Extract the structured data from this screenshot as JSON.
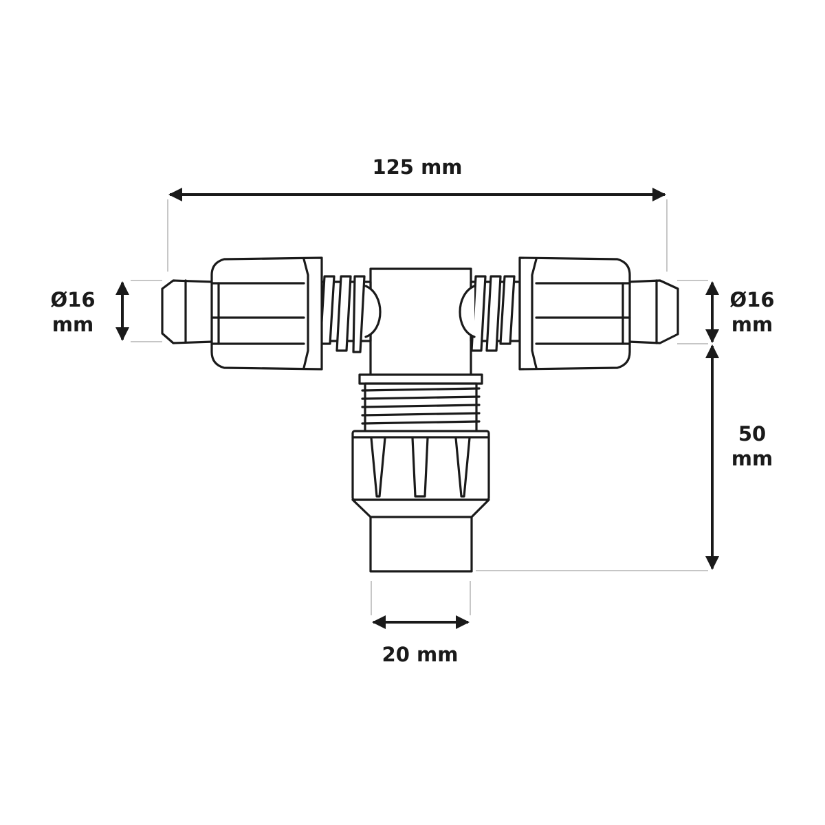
{
  "dimensions": {
    "overall_length": "125 mm",
    "left_diameter": {
      "line1": "Ø16",
      "line2": "mm"
    },
    "right_diameter": {
      "line1": "Ø16",
      "line2": "mm"
    },
    "outlet_height": {
      "line1": "50",
      "line2": "mm"
    },
    "outlet_diameter": "20 mm"
  },
  "colors": {
    "line": "#1a1a1a",
    "extension_line": "#b4b4b4",
    "background": "#ffffff"
  }
}
